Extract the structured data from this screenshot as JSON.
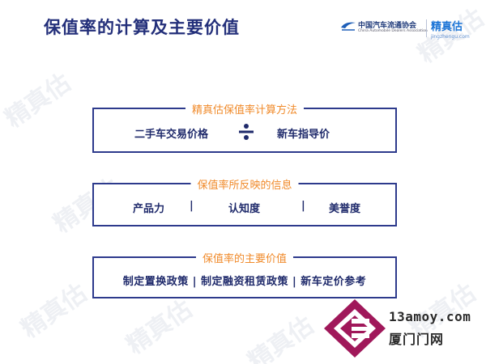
{
  "header": {
    "title": "保值率的计算及主要价值",
    "logo_cada_cn": "中国汽车流通协会",
    "logo_cada_en": "China Automobile Dealers Association",
    "logo_jzg_cn": "精真估",
    "logo_jzg_en": "jingzhengu.com"
  },
  "box1": {
    "title": "精真估保值率计算方法",
    "left": "二手车交易价格",
    "operator_icon": "divide-icon",
    "right": "新车指导价"
  },
  "box2": {
    "title": "保值率所反映的信息",
    "items": [
      "产品力",
      "认知度",
      "美誉度"
    ],
    "separator": "|"
  },
  "box3": {
    "title": "保值率的主要价值",
    "text": "制定置换政策 | 制定融资租赁政策 | 新车定价参考"
  },
  "corner": {
    "site": "13amoy.com",
    "cn": "厦门门网"
  },
  "watermark": {
    "text": "精真估"
  },
  "colors": {
    "title": "#232f7a",
    "box_border": "#2d3a8c",
    "box_title": "#f08a2a",
    "text": "#1f2a6b",
    "logo_magenta": "#a0185a"
  }
}
